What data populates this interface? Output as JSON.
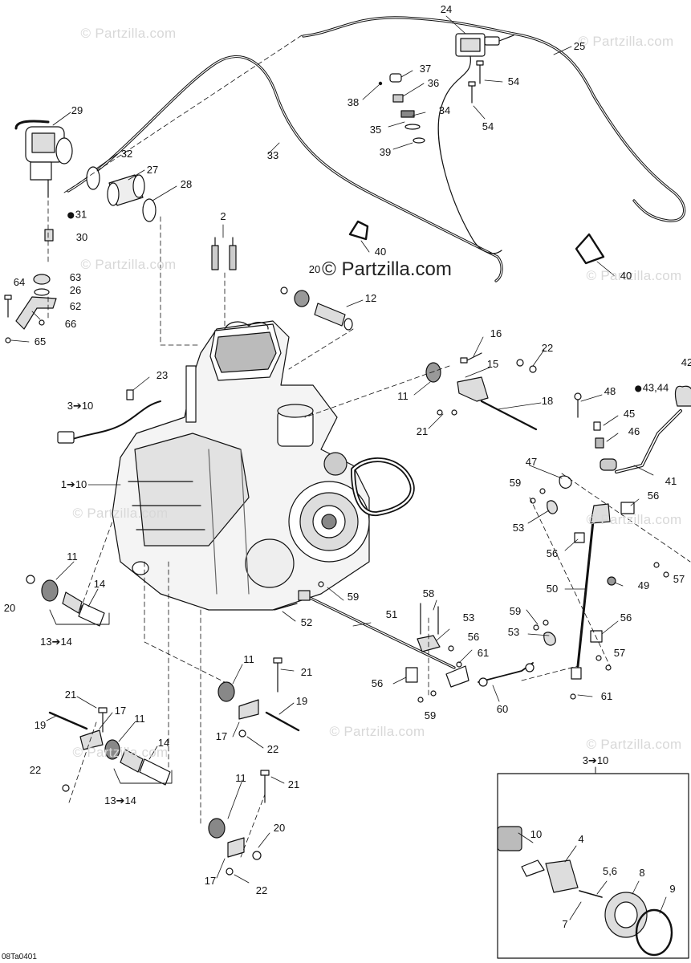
{
  "watermark": "© Partzilla.com",
  "center_watermark": "© Partzilla.com",
  "drawing_code": "08Ta0401",
  "inset_title": "3➔10",
  "oil_drop_icon": "oil-drop-icon",
  "labels": [
    {
      "id": "l-24",
      "text": "24"
    },
    {
      "id": "l-25",
      "text": "25"
    },
    {
      "id": "l-54a",
      "text": "54"
    },
    {
      "id": "l-54b",
      "text": "54"
    },
    {
      "id": "l-37",
      "text": "37"
    },
    {
      "id": "l-36",
      "text": "36"
    },
    {
      "id": "l-38",
      "text": "38"
    },
    {
      "id": "l-34",
      "text": "34"
    },
    {
      "id": "l-35",
      "text": "35"
    },
    {
      "id": "l-39",
      "text": "39"
    },
    {
      "id": "l-29",
      "text": "29"
    },
    {
      "id": "l-32",
      "text": "32"
    },
    {
      "id": "l-27",
      "text": "27"
    },
    {
      "id": "l-28",
      "text": "28"
    },
    {
      "id": "l-33",
      "text": "33"
    },
    {
      "id": "l-31",
      "text": "31",
      "oil": true
    },
    {
      "id": "l-30",
      "text": "30"
    },
    {
      "id": "l-2",
      "text": "2"
    },
    {
      "id": "l-40a",
      "text": "40"
    },
    {
      "id": "l-40b",
      "text": "40"
    },
    {
      "id": "l-20a",
      "text": "20"
    },
    {
      "id": "l-12",
      "text": "12"
    },
    {
      "id": "l-63",
      "text": "63"
    },
    {
      "id": "l-64",
      "text": "64"
    },
    {
      "id": "l-26",
      "text": "26"
    },
    {
      "id": "l-62",
      "text": "62"
    },
    {
      "id": "l-66",
      "text": "66"
    },
    {
      "id": "l-65",
      "text": "65"
    },
    {
      "id": "l-16",
      "text": "16"
    },
    {
      "id": "l-22a",
      "text": "22"
    },
    {
      "id": "l-15",
      "text": "15"
    },
    {
      "id": "l-23",
      "text": "23"
    },
    {
      "id": "l-11a",
      "text": "11"
    },
    {
      "id": "l-18",
      "text": "18"
    },
    {
      "id": "l-3-10a",
      "text": "3➔10"
    },
    {
      "id": "l-21a",
      "text": "21"
    },
    {
      "id": "l-42",
      "text": "42"
    },
    {
      "id": "l-48",
      "text": "48"
    },
    {
      "id": "l-43-44",
      "text": "43,44",
      "oil": true
    },
    {
      "id": "l-45",
      "text": "45"
    },
    {
      "id": "l-46",
      "text": "46"
    },
    {
      "id": "l-1-10",
      "text": "1➔10"
    },
    {
      "id": "l-47",
      "text": "47"
    },
    {
      "id": "l-41",
      "text": "41"
    },
    {
      "id": "l-59a",
      "text": "59"
    },
    {
      "id": "l-56a",
      "text": "56"
    },
    {
      "id": "l-53a",
      "text": "53"
    },
    {
      "id": "l-56b",
      "text": "56"
    },
    {
      "id": "l-11b",
      "text": "11"
    },
    {
      "id": "l-57a",
      "text": "57"
    },
    {
      "id": "l-50",
      "text": "50"
    },
    {
      "id": "l-49",
      "text": "49"
    },
    {
      "id": "l-20b",
      "text": "20"
    },
    {
      "id": "l-14a",
      "text": "14"
    },
    {
      "id": "l-59b",
      "text": "59"
    },
    {
      "id": "l-58",
      "text": "58"
    },
    {
      "id": "l-51",
      "text": "51"
    },
    {
      "id": "l-52",
      "text": "52"
    },
    {
      "id": "l-53b",
      "text": "53"
    },
    {
      "id": "l-59c",
      "text": "59"
    },
    {
      "id": "l-56c",
      "text": "56"
    },
    {
      "id": "l-13-14a",
      "text": "13➔14"
    },
    {
      "id": "l-56d",
      "text": "56"
    },
    {
      "id": "l-61a",
      "text": "61"
    },
    {
      "id": "l-53c",
      "text": "53"
    },
    {
      "id": "l-57b",
      "text": "57"
    },
    {
      "id": "l-11c",
      "text": "11"
    },
    {
      "id": "l-21b",
      "text": "21"
    },
    {
      "id": "l-56e",
      "text": "56"
    },
    {
      "id": "l-59d",
      "text": "59"
    },
    {
      "id": "l-60",
      "text": "60"
    },
    {
      "id": "l-61b",
      "text": "61"
    },
    {
      "id": "l-21c",
      "text": "21"
    },
    {
      "id": "l-17a",
      "text": "17"
    },
    {
      "id": "l-11d",
      "text": "11"
    },
    {
      "id": "l-19a",
      "text": "19"
    },
    {
      "id": "l-19b",
      "text": "19"
    },
    {
      "id": "l-17b",
      "text": "17"
    },
    {
      "id": "l-22b",
      "text": "22"
    },
    {
      "id": "l-14b",
      "text": "14"
    },
    {
      "id": "l-22c",
      "text": "22"
    },
    {
      "id": "l-13-14b",
      "text": "13➔14"
    },
    {
      "id": "l-11e",
      "text": "11"
    },
    {
      "id": "l-21d",
      "text": "21"
    },
    {
      "id": "l-20c",
      "text": "20"
    },
    {
      "id": "l-17c",
      "text": "17"
    },
    {
      "id": "l-22d",
      "text": "22"
    },
    {
      "id": "l-10",
      "text": "10"
    },
    {
      "id": "l-4",
      "text": "4"
    },
    {
      "id": "l-5-6",
      "text": "5,6"
    },
    {
      "id": "l-8",
      "text": "8"
    },
    {
      "id": "l-9",
      "text": "9"
    },
    {
      "id": "l-7",
      "text": "7"
    }
  ]
}
